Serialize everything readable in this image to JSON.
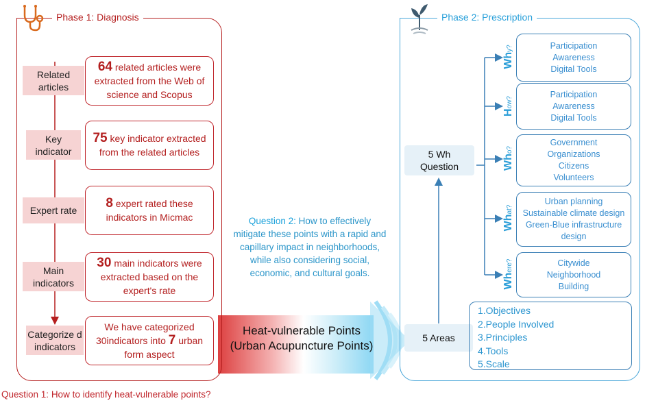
{
  "phase1": {
    "label": "Phase 1:",
    "name": "Diagnosis",
    "rows": [
      {
        "label": "Related articles",
        "number": "64",
        "text": "related articles were extracted from the Web of science and Scopus"
      },
      {
        "label": "Key indicator",
        "number": "75",
        "text": "key indicator extracted from the related articles"
      },
      {
        "label": "Expert rate",
        "number": "8",
        "text": "expert rated these indicators in Micmac"
      },
      {
        "label": "Main indicators",
        "number": "30",
        "text": "main indicators were extracted based on the expert's rate"
      },
      {
        "label": "Categorize d indicators",
        "text_a": "We have categorized 30indicators into",
        "number": "7",
        "text_b": "urban form aspect"
      }
    ]
  },
  "question1": {
    "label": "Question 1:",
    "text": "How to identify heat-vulnerable points?"
  },
  "question2": {
    "label": "Question 2:",
    "text": "How to effectively mitigate these points with a rapid and capillary impact in neighborhoods, while also considering social, economic, and cultural goals."
  },
  "center_banner": {
    "line1": "Heat-vulnerable Points",
    "line2": "(Urban Acupuncture Points)"
  },
  "phase2": {
    "label": "Phase 2:",
    "name": "Prescription",
    "five_wh": "5 Wh Question",
    "five_areas": "5 Areas",
    "areas": [
      "1.Objectives",
      "2.People Involved",
      "3.Principles",
      "4.Tools",
      "5.Scale"
    ],
    "questions": [
      {
        "wh": "Wh",
        "rest": "y?",
        "items": [
          "Participation",
          "Awareness",
          "Digital Tools"
        ]
      },
      {
        "wh": "H",
        "rest": "ow?",
        "items": [
          "Participation",
          "Awareness",
          "Digital Tools"
        ]
      },
      {
        "wh": "Wh",
        "rest": "o?",
        "items": [
          "Government",
          "Organizations",
          "Citizens",
          "Volunteers"
        ]
      },
      {
        "wh": "Wh",
        "rest": "at?",
        "items": [
          "Urban planning",
          "Sustainable climate design",
          "Green-Blue infrastructure",
          "design"
        ]
      },
      {
        "wh": "Wh",
        "rest": "ere?",
        "items": [
          "Citywide",
          "Neighborhood",
          "Building"
        ]
      }
    ]
  },
  "icons": [
    "stethoscope-icon",
    "sprout-icon"
  ],
  "colors": {
    "red": "#b51f1f",
    "pink": "#f6d3d3",
    "blue": "#48a6d9",
    "dark_blue": "#3a7fb5"
  }
}
